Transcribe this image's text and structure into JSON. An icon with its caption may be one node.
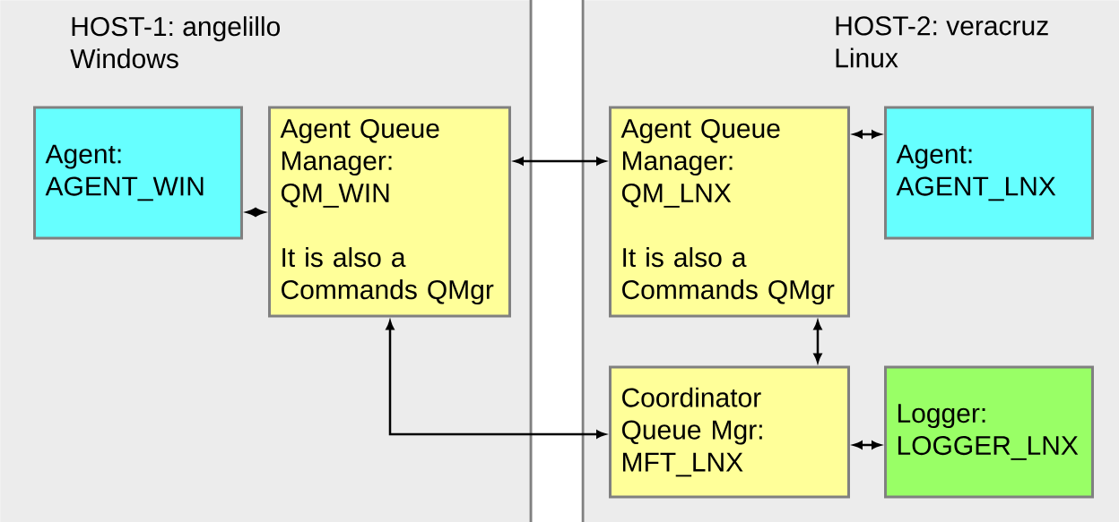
{
  "diagram": {
    "nodes": [
      {
        "text": [
          "HOST-1: angelillo",
          "Windows"
        ]
      },
      {
        "text": [
          "Agent: AGENT_WIN"
        ],
        "in": 0
      },
      {
        "text": [
          "Agent Queue Manager: QM_WIN",
          "It is also a Commands QMgr"
        ],
        "in": 0
      },
      {
        "text": [
          "HOST-2: veracruz",
          "Linux"
        ]
      },
      {
        "text": [
          "Agent Queue Manager: QM_LNX",
          "It is also a Commands QMgr"
        ],
        "in": 3
      },
      {
        "text": [
          "Agent: AGENT_LNX"
        ],
        "in": 3
      },
      {
        "text": [
          "Coordinator Queue Mgr: MFT_LNX"
        ],
        "in": 3
      },
      {
        "text": [
          "Logger: LOGGER_LNX"
        ],
        "in": 3
      }
    ],
    "edges": [
      {
        "from": 1,
        "to": 2,
        "arrow": "both"
      },
      {
        "from": 2,
        "to": 4,
        "arrow": "both"
      },
      {
        "from": 4,
        "to": 5,
        "arrow": "both"
      },
      {
        "from": 4,
        "to": 6,
        "arrow": "both"
      },
      {
        "from": 2,
        "to": 6,
        "arrow": "both"
      },
      {
        "from": 6,
        "to": 7,
        "arrow": "both"
      }
    ]
  }
}
